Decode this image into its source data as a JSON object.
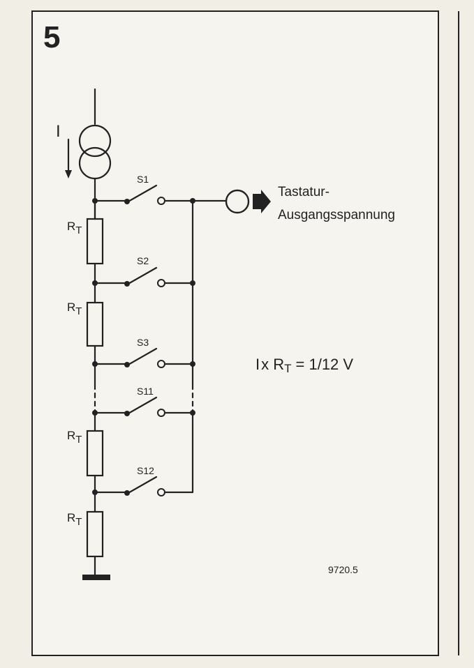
{
  "figure": {
    "number": "5",
    "current_label": "I",
    "output_label_line1": "Tastatur-",
    "output_label_line2": "Ausgangsspannung",
    "equation_current": "I",
    "equation_rest": "x R",
    "equation_subscript": "T",
    "equation_value": "= 1/12 V",
    "reference": "9720.5"
  },
  "resistors": [
    {
      "label": "R",
      "sub": "T"
    },
    {
      "label": "R",
      "sub": "T"
    },
    {
      "label": "R",
      "sub": "T"
    },
    {
      "label": "R",
      "sub": "T"
    }
  ],
  "switches": [
    "S1",
    "S2",
    "S3",
    "S11",
    "S12"
  ],
  "colors": {
    "ink": "#222222",
    "paper": "#f1eee6"
  }
}
